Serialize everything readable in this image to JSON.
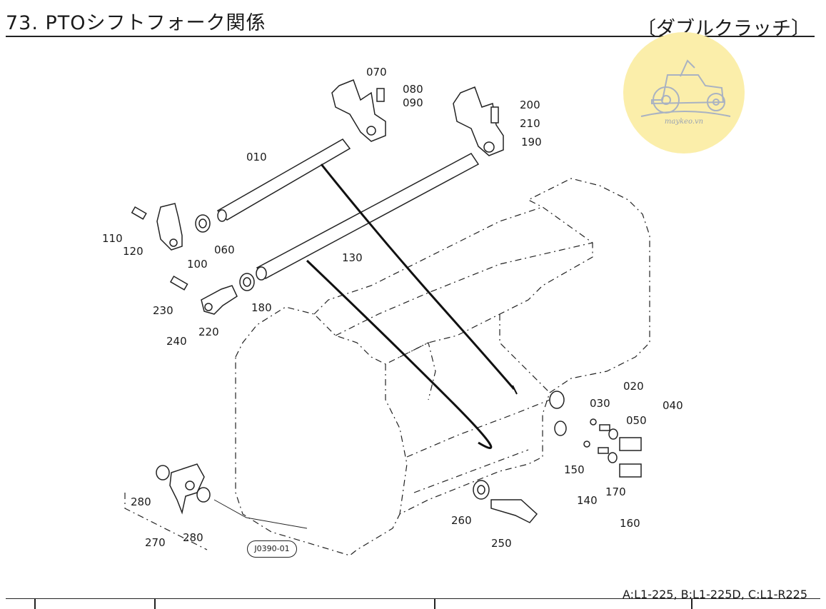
{
  "header": {
    "title": "73. PTOシフトフォーク関係",
    "variant": "〔ダブルクラッチ〕"
  },
  "watermark": {
    "text": "maykeo.vn",
    "color": "#fbeeaa",
    "icon": "tractor-icon"
  },
  "diagram": {
    "figure_id": "J0390-01",
    "part_labels": [
      "010",
      "020",
      "030",
      "040",
      "050",
      "060",
      "070",
      "080",
      "090",
      "100",
      "110",
      "120",
      "130",
      "140",
      "150",
      "160",
      "170",
      "180",
      "190",
      "200",
      "210",
      "220",
      "230",
      "240",
      "250",
      "260",
      "270",
      "280",
      "280"
    ]
  },
  "footer": {
    "models_note": "A:L1-225, B:L1-225D, C:L1-R225"
  }
}
